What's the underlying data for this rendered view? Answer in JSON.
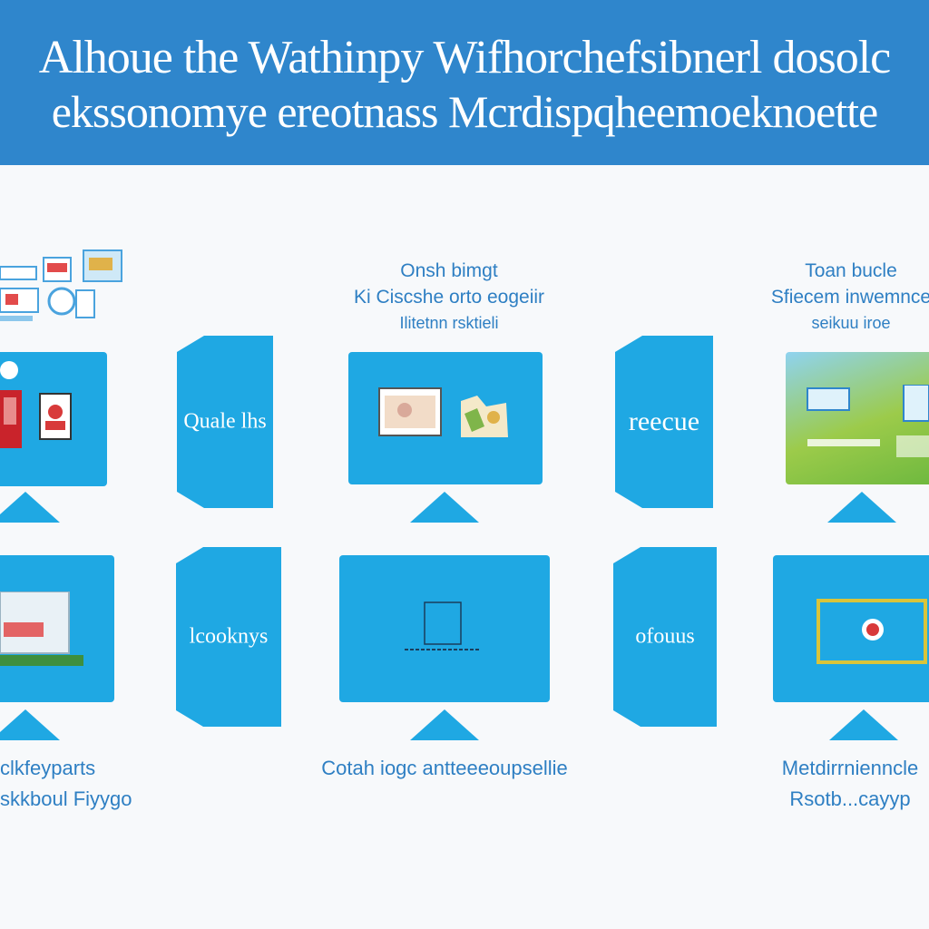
{
  "banner": {
    "line1": "Alhoue the Wathinpy Wifhorchefsibnerl dosolc",
    "line2": "ekssonomye ereotnass Mcrdispqheemoeknoette"
  },
  "captions": {
    "top_center": [
      "Onsh bimgt",
      "Ki Ciscshe orto eogeiir",
      "Ilitetnn rsktieli"
    ],
    "top_right": [
      "Toan bucle",
      "Sfiecem inwemnce",
      "seikuu iroe"
    ],
    "bottom_left": [
      "clkfeyparts",
      "skkboul Fiyygo"
    ],
    "bottom_center": [
      "Cotah iogc antteeeoupsellie"
    ],
    "bottom_right": [
      "Metdirrnienncle",
      "Rsotb...cayyp"
    ]
  },
  "panels": {
    "row1_a": "Quale lhs",
    "row1_b": "reecue",
    "row2_a": "lcooknys",
    "row2_b": "ofouus"
  },
  "colors": {
    "banner": "#2f86cc",
    "tile": "#1fa8e3",
    "caption": "#2e7fc3",
    "background": "#f7f9fb"
  }
}
